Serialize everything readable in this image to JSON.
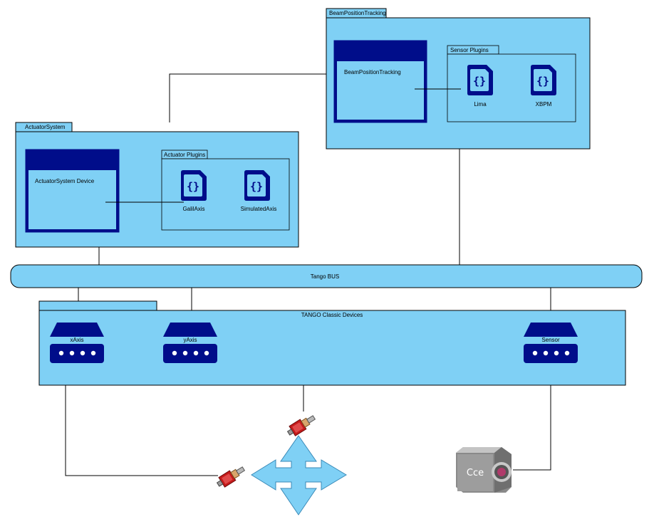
{
  "colors": {
    "panel_fill": "#7fd0f5",
    "navy": "#000d8a",
    "line": "#000000",
    "motor_red": "#c41a1a",
    "camera_gray": "#8a8a8a"
  },
  "beam_tracking": {
    "tab_label": "BeamPositionTracking",
    "device_label": "BeamPositionTracking",
    "plugins_title": "Sensor Plugins",
    "plugins": [
      "Lima",
      "XBPM"
    ]
  },
  "actuator_system": {
    "tab_label": "ActuatorSystem",
    "device_label": "ActuatorSystem Device",
    "plugins_title": "Actuator Plugins",
    "plugins": [
      "GalilAxis",
      "SimulatedAxis"
    ]
  },
  "bus": {
    "label": "Tango BUS"
  },
  "classic_devices": {
    "title": "TANGO Classic Devices",
    "devices": [
      "xAxis",
      "yAxis",
      "Sensor"
    ]
  },
  "icons": {
    "plugin": "code-file-icon",
    "device": "network-device-icon",
    "motor": "stepper-motor-icon",
    "arrows": "four-way-arrow-icon",
    "camera": "camera-icon"
  }
}
